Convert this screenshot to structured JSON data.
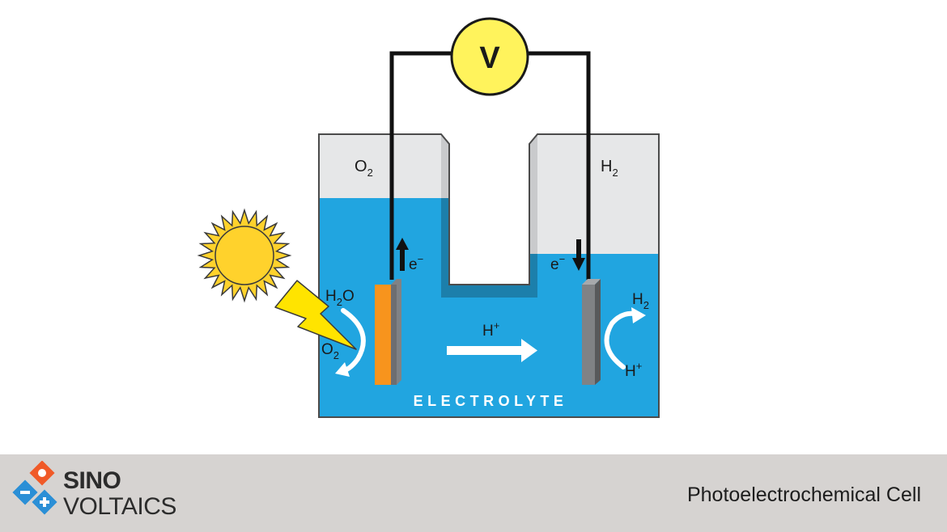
{
  "diagram": {
    "voltmeter_label": "V",
    "left_gas": {
      "base": "O",
      "sub": "2"
    },
    "right_gas": {
      "base": "H",
      "sub": "2"
    },
    "photoanode_electron": {
      "base": "e",
      "sup": "−"
    },
    "cathode_electron": {
      "base": "e",
      "sup": "−"
    },
    "water_in": {
      "base": "H",
      "sub": "2",
      "tail": "O"
    },
    "oxygen_out": {
      "base": "O",
      "sub": "2"
    },
    "proton_flow": {
      "base": "H",
      "sup": "+"
    },
    "hydrogen_out": {
      "base": "H",
      "sub": "2"
    },
    "proton_in": {
      "base": "H",
      "sup": "+"
    },
    "electrolyte_label": "ELECTROLYTE"
  },
  "footer": {
    "logo_line1": "SINO",
    "logo_line2": "VOLTAICS",
    "caption": "Photoelectrochemical Cell"
  },
  "colors": {
    "electrolyte": "#21a5e0",
    "electrolyte_dark": "#1c7fab",
    "gas_space": "#e6e7e8",
    "photoanode": "#f7941d",
    "electrode": "#808285",
    "voltmeter": "#fff35c",
    "sun": "#ffd22c",
    "footer_bg": "#d6d3d1",
    "logo_orange": "#f05a28",
    "logo_blue": "#2b8fd6"
  }
}
